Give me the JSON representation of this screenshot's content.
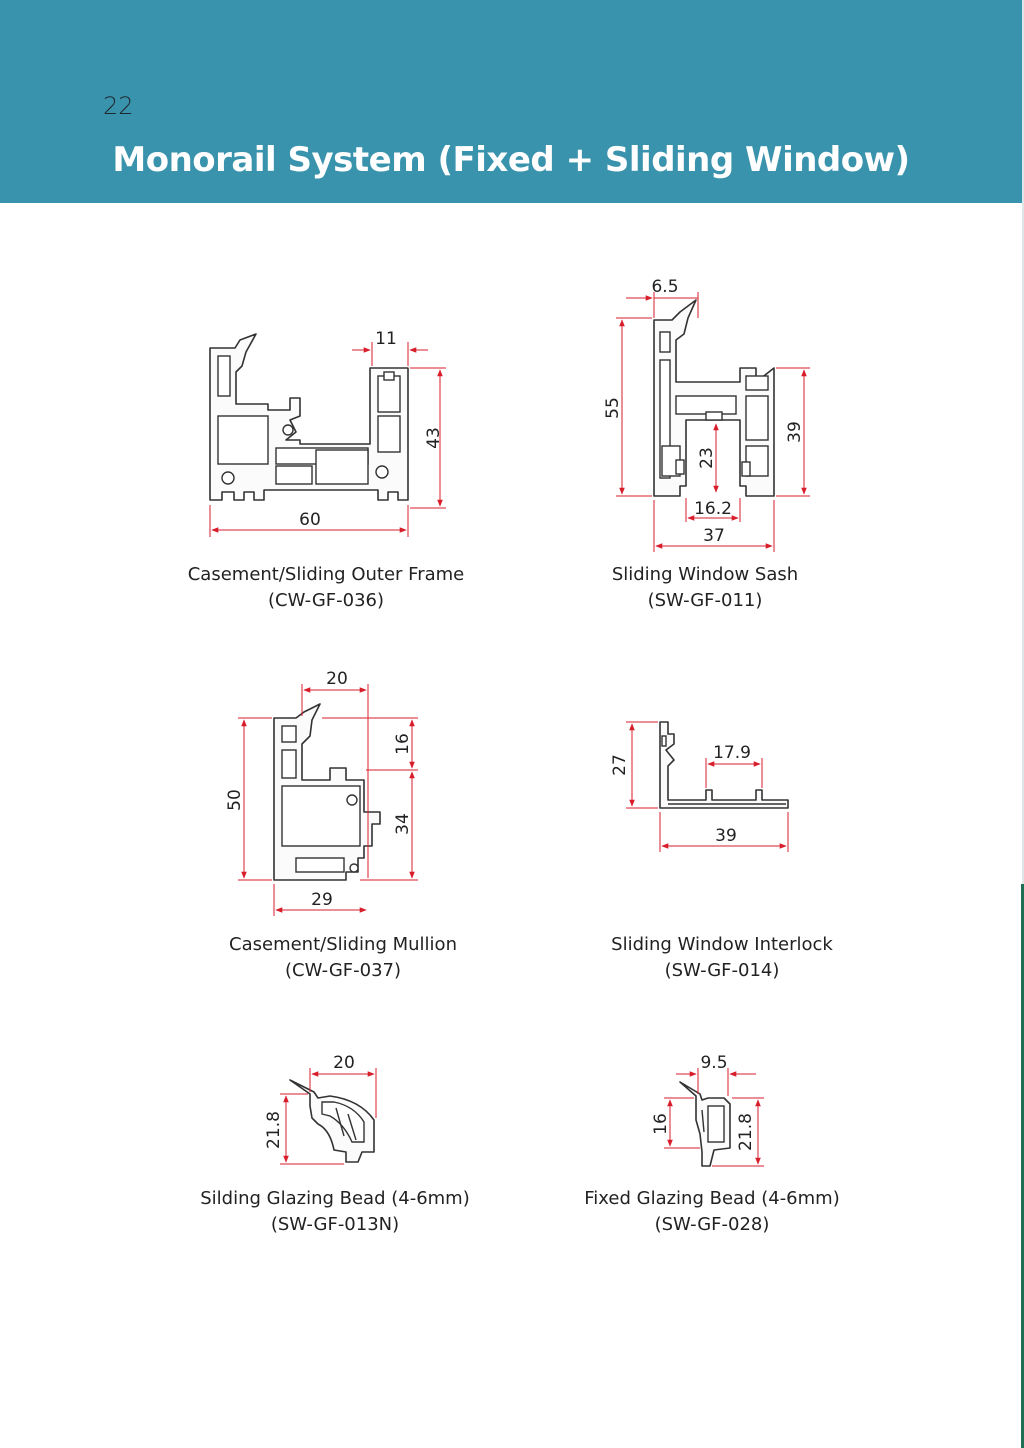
{
  "header": {
    "page_number": "22",
    "title": "Monorail System (Fixed + Sliding Window)"
  },
  "colors": {
    "header_bg": "#3a93ad",
    "title": "#ffffff",
    "dimension_lines": "#d81e2b",
    "edge_accent": "#1f6f52"
  },
  "profiles": [
    {
      "name": "Casement/Sliding Outer Frame",
      "code": "(CW-GF-036)",
      "dims": {
        "width": "60",
        "top_slot": "11",
        "height": "43"
      }
    },
    {
      "name": "Sliding Window Sash",
      "code": "(SW-GF-011)",
      "dims": {
        "top": "6.5",
        "height": "55",
        "right_height": "39",
        "channel_height": "23",
        "channel_width": "16.2",
        "width": "37"
      }
    },
    {
      "name": "Casement/Sliding Mullion",
      "code": "(CW-GF-037)",
      "dims": {
        "top": "20",
        "height": "50",
        "upper": "16",
        "lower": "34",
        "width": "29"
      }
    },
    {
      "name": "Sliding Window  Interlock",
      "code": "(SW-GF-014)",
      "dims": {
        "height": "27",
        "inner_width": "17.9",
        "width": "39"
      }
    },
    {
      "name": "Silding Glazing Bead (4-6mm)",
      "code": "(SW-GF-013N)",
      "dims": {
        "width": "20",
        "height": "21.8"
      }
    },
    {
      "name": "Fixed Glazing Bead (4-6mm)",
      "code": "(SW-GF-028)",
      "dims": {
        "width": "9.5",
        "left_height": "16",
        "right_height": "21.8"
      }
    }
  ]
}
